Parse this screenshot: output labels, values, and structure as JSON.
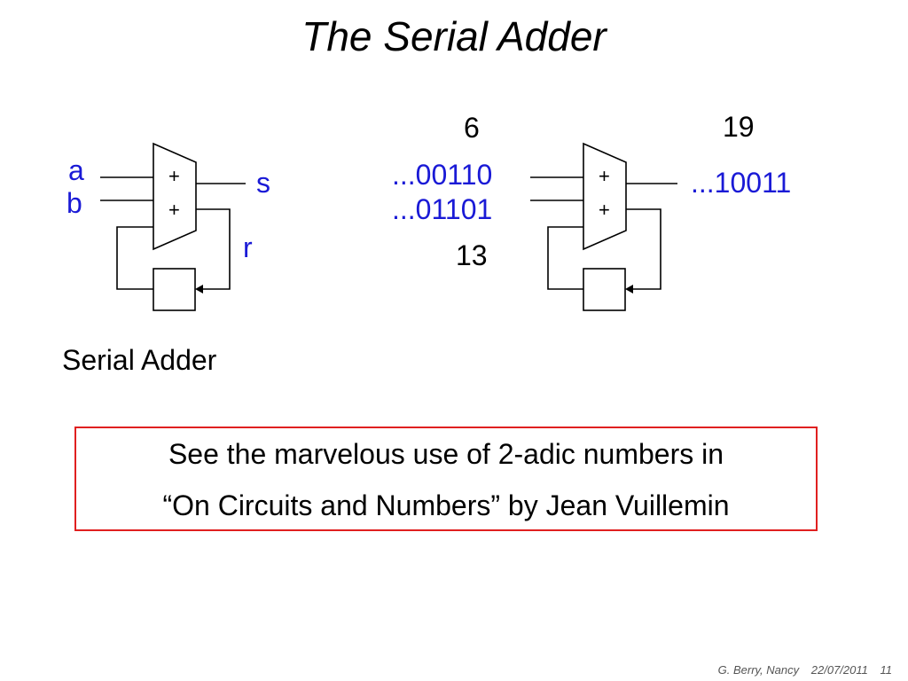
{
  "slide": {
    "title": "The Serial Adder"
  },
  "left_circuit": {
    "input_a": "a",
    "input_b": "b",
    "output_s": "s",
    "carry_r": "r",
    "plus_top": "+",
    "plus_bottom": "+",
    "caption": "Serial Adder"
  },
  "right_circuit": {
    "value_a_decimal": "6",
    "value_b_decimal": "13",
    "sum_decimal": "19",
    "bits_a": "...00110",
    "bits_b": "...01101",
    "bits_sum": "...10011",
    "plus_top": "+",
    "plus_bottom": "+"
  },
  "note": {
    "line1": "See the marvelous use of 2-adic numbers in",
    "line2": "“On Circuits and Numbers” by Jean Vuillemin"
  },
  "footer": {
    "author": "G. Berry, Nancy",
    "date": "22/07/2011",
    "page": "11"
  },
  "colors": {
    "label_blue": "#1a1ad6",
    "box_red": "#e02020"
  }
}
